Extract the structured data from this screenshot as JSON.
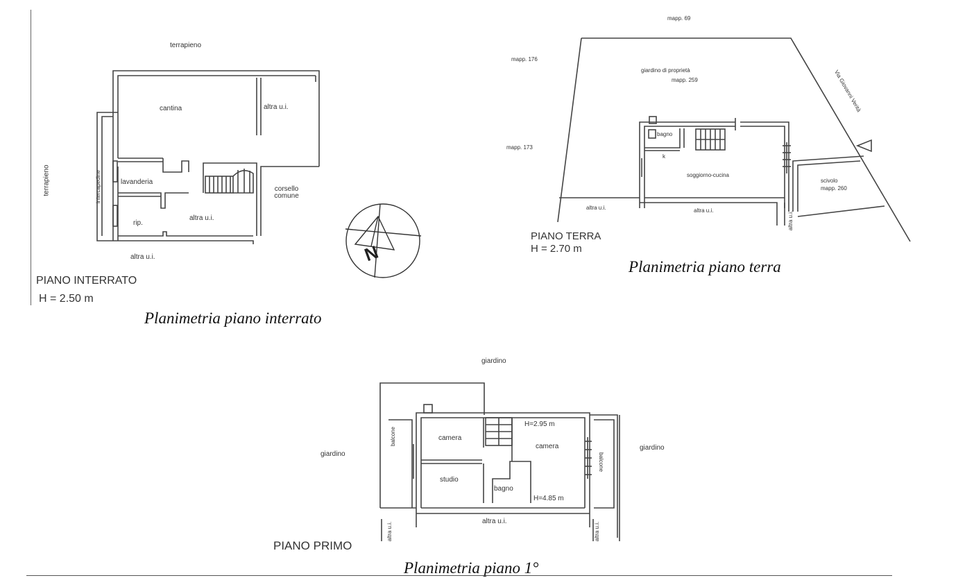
{
  "interrato": {
    "labels": {
      "terrapieno_top": "terrapieno",
      "terrapieno_left": "terrapieno",
      "intercapedine": "intercapedine",
      "cantina": "cantina",
      "altra_ui_right": "altra u.i.",
      "lavanderia": "lavanderia",
      "rip": "rip.",
      "altra_ui_center": "altra u.i.",
      "corsello": "corsello comune",
      "altra_ui_bottom": "altra u.i."
    },
    "title": "PIANO INTERRATO",
    "height": "H = 2.50 m",
    "caption": "Planimetria piano interrato"
  },
  "compass": {
    "letter": "N"
  },
  "terra": {
    "labels": {
      "mapp69": "mapp. 69",
      "mapp176": "mapp. 176",
      "mapp173": "mapp. 173",
      "giardino": "giardino di proprietà",
      "mapp259": "mapp. 259",
      "via": "Via Giovanni Verità",
      "bagno": "bagno",
      "k": "k",
      "soggiorno": "soggiorno-cucina",
      "scivolo": "scivolo",
      "mapp260": "mapp. 260",
      "altra_ui_left": "altra u.i.",
      "altra_ui_center": "altra u.i.",
      "altra_ui_right": "altra u.i."
    },
    "title": "PIANO TERRA",
    "height": "H = 2.70 m",
    "caption": "Planimetria piano terra"
  },
  "primo": {
    "labels": {
      "giardino_top": "giardino",
      "giardino_left": "giardino",
      "giardino_right": "giardino",
      "balcone_left": "balcone",
      "balcone_right": "balcone",
      "camera_left": "camera",
      "camera_right": "camera",
      "h295": "H=2.95 m",
      "studio": "studio",
      "bagno": "bagno",
      "h485": "H=4.85 m",
      "altra_ui_center": "altra u.i.",
      "altra_ui_left": "altra u.i.",
      "altra_ui_right": "altra u.i."
    },
    "title": "PIANO PRIMO",
    "caption": "Planimetria piano 1°"
  }
}
